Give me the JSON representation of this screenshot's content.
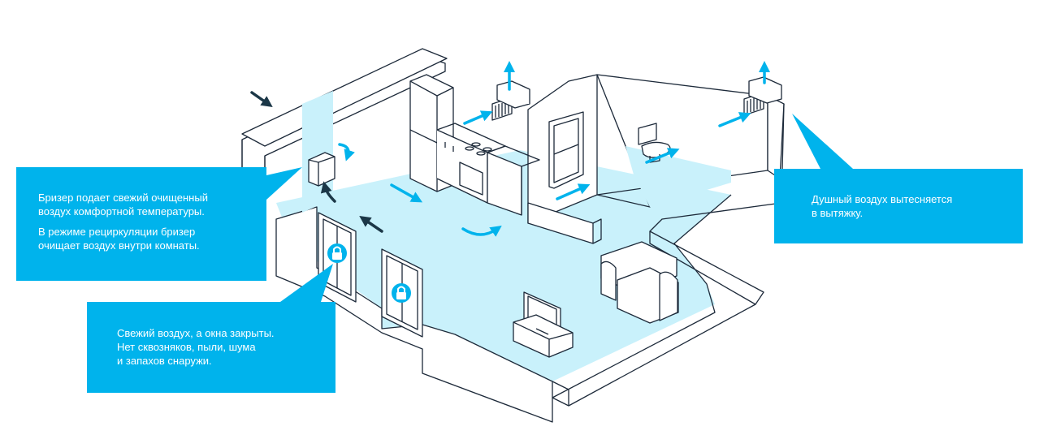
{
  "callouts": {
    "breezer": {
      "line1": "Бризер подает свежий очищенный\nвоздух комфортной температуры.",
      "line2": "В режиме рециркуляции бризер\nочищает воздух внутри комнаты."
    },
    "windows": {
      "text": "Свежий воздух, а окна закрыты.\nНет сквозняков, пыли, шума\nи запахов снаружи."
    },
    "exhaust": {
      "text": "Душный воздух вытесняется\nв вытяжку."
    }
  },
  "colors": {
    "accent": "#00b3ec",
    "floor": "#c9f1fb",
    "line": "#1d2a3a",
    "wall": "#ffffff",
    "dark_arrow": "#1b3747"
  },
  "icons": {
    "lock": "lock-icon",
    "breezer": "breezer-icon",
    "airflow": "arrow-icon"
  }
}
